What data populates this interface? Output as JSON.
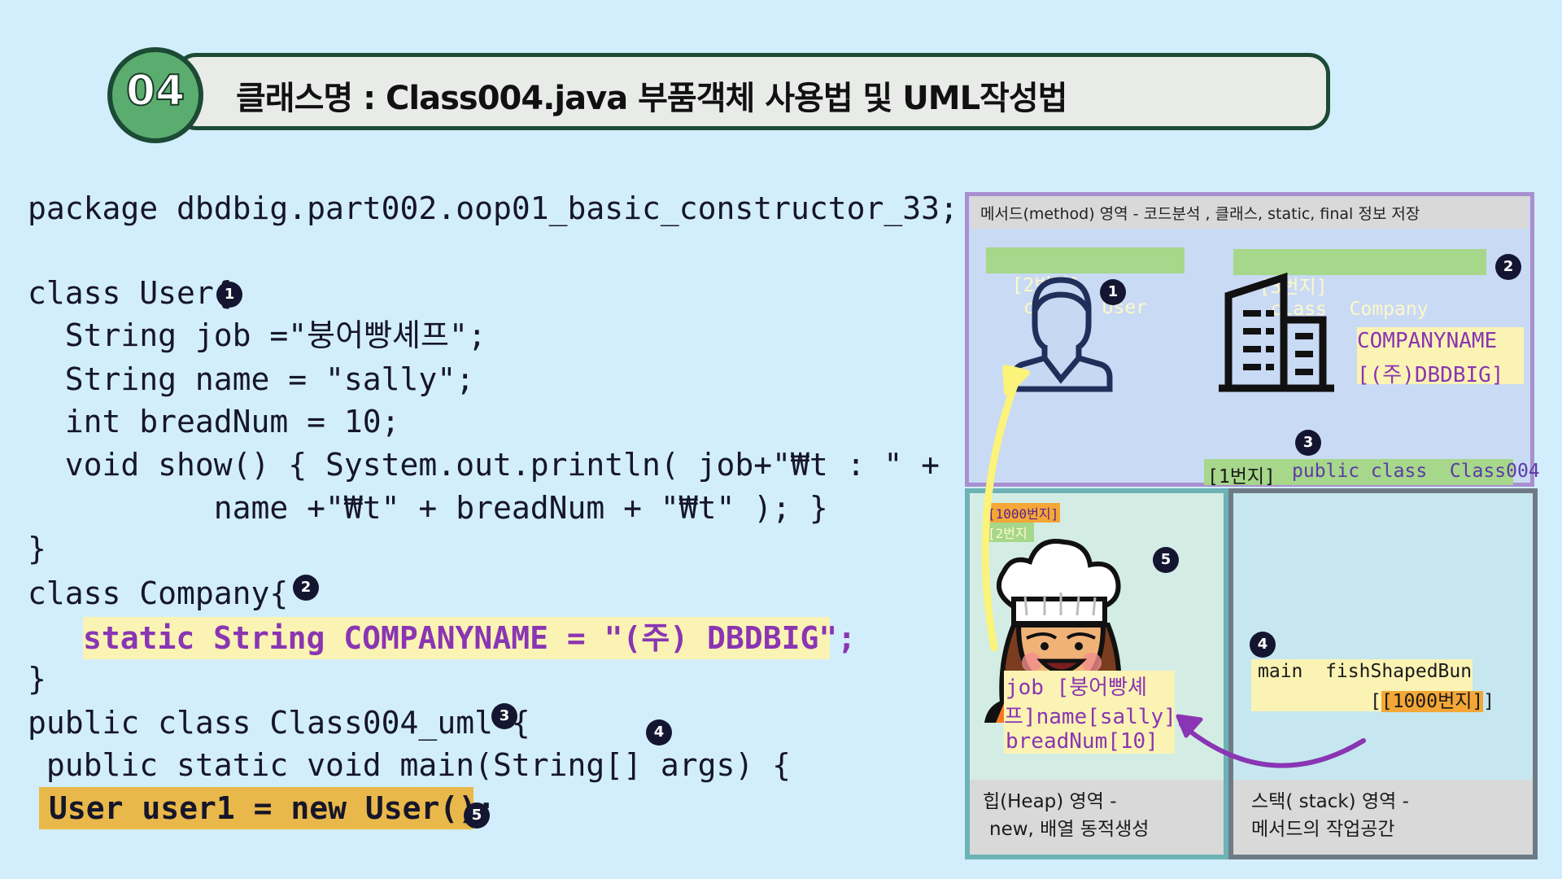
{
  "header": {
    "number": "04",
    "title": "클래스명 : Class004.java    부품객체 사용법 및 UML작성법"
  },
  "code": {
    "line1": "package dbdbig.part002.oop01_basic_constructor_33;",
    "line2": "class User{",
    "line3": "  String job =\"붕어빵셰프\";",
    "line4": "  String name = \"sally\";",
    "line5": "  int breadNum = 10;",
    "line6": "  void show() { System.out.println( job+\"₩t : \" +",
    "line7": "          name +\"₩t\" + breadNum + \"₩t\" ); }",
    "line8": "}",
    "line9": "class Company{",
    "line10": "static String COMPANYNAME = \"(주) DBDBIG\";",
    "line11": "}",
    "line12": "public class Class004_uml {",
    "line13": " public static void main(String[] args) {",
    "line14": "User user1 = new User();"
  },
  "markers": {
    "m1": "1",
    "m2": "2",
    "m3": "3",
    "m4": "4",
    "m5": "5"
  },
  "diagram": {
    "method_area_title": "메서드(method) 영역  - 코드분석 , 클래스, static, final 정보 저장",
    "user_addr": "[2번지]",
    "user_class": "class  User",
    "company_addr": "[3번지]",
    "company_class": "class  Company",
    "company_field": "COMPANYNAME",
    "company_value": "[(주)DBDBIG]",
    "main_addr": "[1번지]",
    "main_class": "public class  Class004",
    "heap_addr_1000": "[1000번지]",
    "heap_addr_2": "[2번지",
    "heap_field_job": "job [붕어빵셰",
    "heap_field_name": "프]name[sally]",
    "heap_field_bread": "breadNum[10]",
    "stack_main": "main  fishShapedBun",
    "stack_ref": "[1000번지]",
    "heap_footer_1": "힙(Heap) 영역 -",
    "heap_footer_2": "new, 배열 동적생성",
    "stack_footer_1": "스택( stack) 영역 -",
    "stack_footer_2": "메서드의 작업공간"
  },
  "colors": {
    "background": "#d2eefc",
    "badge": "#5aac6f",
    "highlight_yellow": "#fbf3b4",
    "highlight_orange": "#e9b84a",
    "purple_text": "#8a35b3",
    "method_border": "#a88fcf",
    "heap_border": "#6cb3b6",
    "stack_border": "#6e7b87"
  },
  "icons": [
    "user-icon",
    "building-icon",
    "chef-icon"
  ]
}
